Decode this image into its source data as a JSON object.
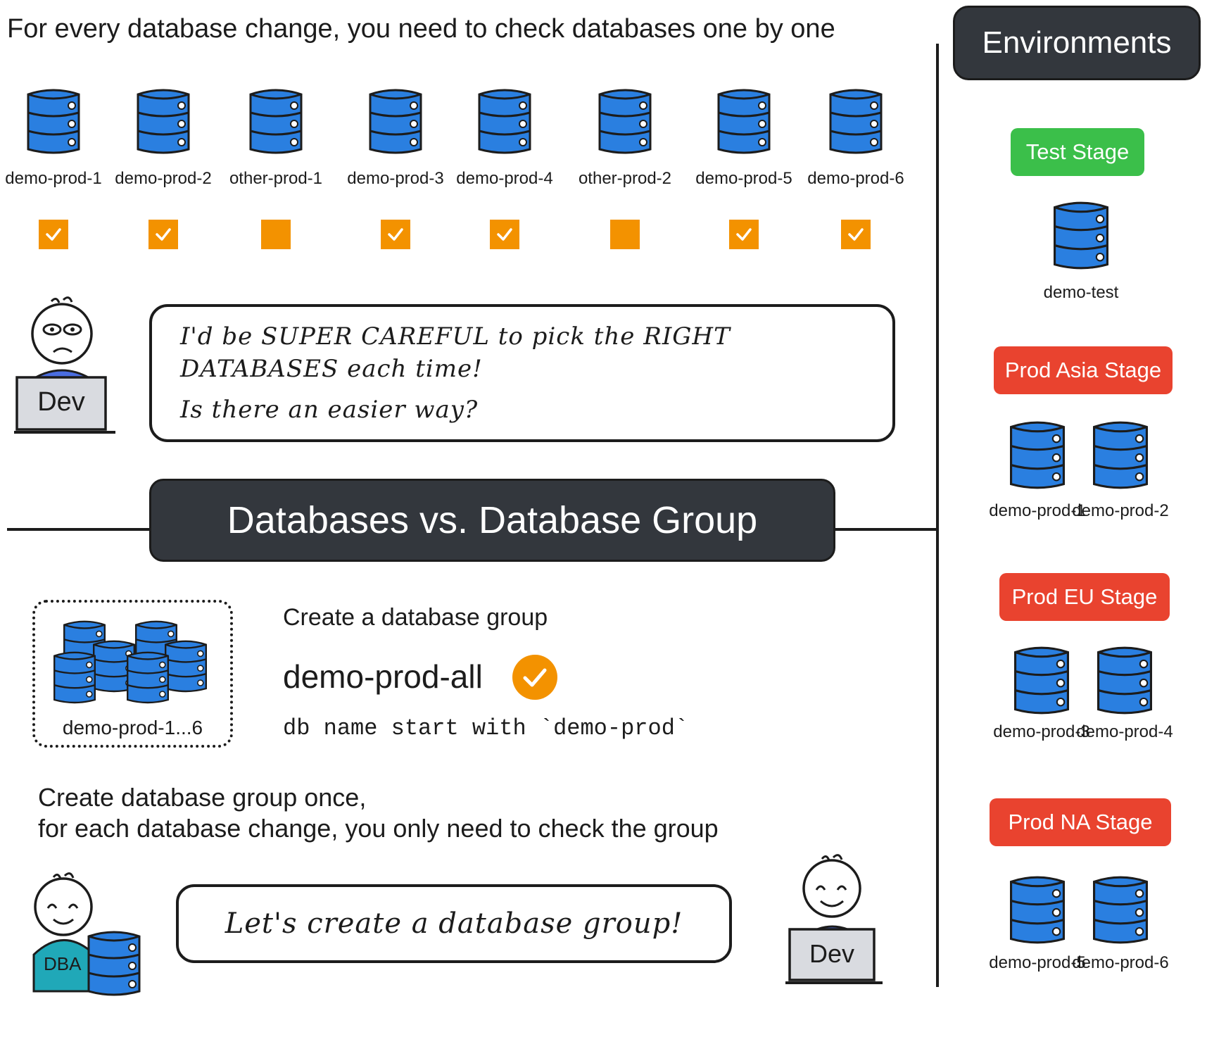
{
  "top": {
    "heading": "For every database change, you need to check databases one by one",
    "databases": [
      {
        "label": "demo-prod-1",
        "checked": true
      },
      {
        "label": "demo-prod-2",
        "checked": true
      },
      {
        "label": "other-prod-1",
        "checked": false
      },
      {
        "label": "demo-prod-3",
        "checked": true
      },
      {
        "label": "demo-prod-4",
        "checked": true
      },
      {
        "label": "other-prod-2",
        "checked": false
      },
      {
        "label": "demo-prod-5",
        "checked": true
      },
      {
        "label": "demo-prod-6",
        "checked": true
      }
    ],
    "dev_label": "Dev",
    "bubble_line1": "I'd be SUPER CAREFUL to pick the RIGHT",
    "bubble_line2": "DATABASES each time!",
    "bubble_line3": "Is there an easier way?"
  },
  "divider": {
    "title": "Databases vs. Database Group"
  },
  "bottom": {
    "group_label": "demo-prod-1...6",
    "create_label": "Create a database group",
    "group_name": "demo-prod-all",
    "rule": "db name start with `demo-prod`",
    "summary_line1": "Create database group once,",
    "summary_line2": "for each database change, you only need to check the group",
    "dba_label": "DBA",
    "bubble_text": "Let's create a database group!",
    "dev_label": "Dev"
  },
  "environments": {
    "title": "Environments",
    "stages": [
      {
        "name": "Test Stage",
        "color": "#3bbf4a",
        "databases": [
          "demo-test"
        ]
      },
      {
        "name": "Prod Asia Stage",
        "color": "#e9432f",
        "databases": [
          "demo-prod-1",
          "demo-prod-2"
        ]
      },
      {
        "name": "Prod EU Stage",
        "color": "#e9432f",
        "databases": [
          "demo-prod-3",
          "demo-prod-4"
        ]
      },
      {
        "name": "Prod NA Stage",
        "color": "#e9432f",
        "databases": [
          "demo-prod-5",
          "demo-prod-6"
        ]
      }
    ]
  },
  "colors": {
    "db_blue": "#2a7fe0",
    "check_orange": "#f39200",
    "dark_box": "#33373d",
    "dev_body": "#4a6de0",
    "dba_body": "#20a8b8"
  }
}
